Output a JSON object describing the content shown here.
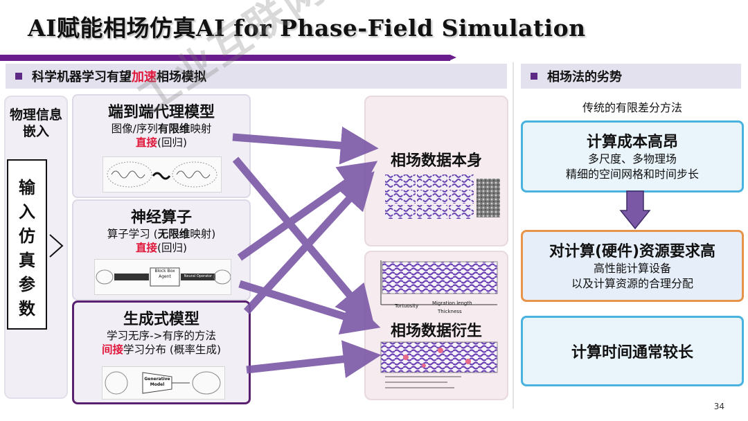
{
  "title": "AI赋能相场仿真AI for Phase-Field Simulation",
  "left_section": {
    "heading_parts": [
      "科学机器学习有望",
      "加速",
      "相场模拟"
    ]
  },
  "right_section": {
    "heading": "相场法的劣势",
    "subtitle": "传统的有限差分方法",
    "boxes": [
      {
        "title": "计算成本高昂",
        "lines": [
          "多尺度、多物理场",
          "精细的空间网格和时间步长"
        ]
      },
      {
        "title": "对计算(硬件)资源要求高",
        "lines": [
          "高性能计算设备",
          "以及计算资源的合理分配"
        ]
      },
      {
        "title": "计算时间通常较长",
        "lines": []
      }
    ]
  },
  "input_panel": {
    "header": "物理信息嵌入",
    "vertical": [
      "输",
      "入",
      "仿",
      "真",
      "参",
      "数"
    ]
  },
  "models": [
    {
      "title": "端到端代理模型",
      "line1": [
        "图像/序列",
        "有限维",
        "映射"
      ],
      "line2": [
        "直接",
        "(回归)"
      ]
    },
    {
      "title": "神经算子",
      "line1": [
        "算子学习 (",
        "无限维",
        "映射)"
      ],
      "line2": [
        "直接",
        "(回归)"
      ]
    },
    {
      "title": "生成式模型",
      "line1": [
        "学习无序->有序的方法",
        "",
        ""
      ],
      "line2": [
        "间接",
        "学习分布 (概率生成)"
      ]
    }
  ],
  "thumb_labels": {
    "neural_operator": [
      "Block Box",
      "Agent",
      "Neural Operator"
    ],
    "generative": [
      "Generative",
      "Model"
    ]
  },
  "outputs": [
    {
      "title": "相场数据本身"
    },
    {
      "title": "相场数据衍生",
      "labels": [
        "Tortuosity",
        "Migration length",
        "Thickness"
      ]
    }
  ],
  "watermark": "工业互联网产业联盟",
  "page_number": "34",
  "colors": {
    "accent": "#6a1d8c",
    "highlight": "#e0173a",
    "arrow": "#7b58a6",
    "blue_border": "#49b2de",
    "orange_border": "#e7944a"
  }
}
